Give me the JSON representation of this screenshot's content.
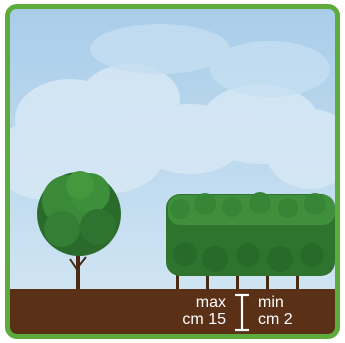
{
  "height_label_max": {
    "word": "max",
    "value": "cm 15"
  },
  "height_label_min": {
    "word": "min",
    "value": "cm 2"
  },
  "colors": {
    "frame_border": "#5dab3a",
    "sky": "#bcd8ee",
    "ground": "#5a3016",
    "foliage": "#2f7a2f",
    "text": "#ffffff"
  },
  "icons": [
    "round-tree-icon",
    "hedge-icon",
    "height-range-icon"
  ]
}
